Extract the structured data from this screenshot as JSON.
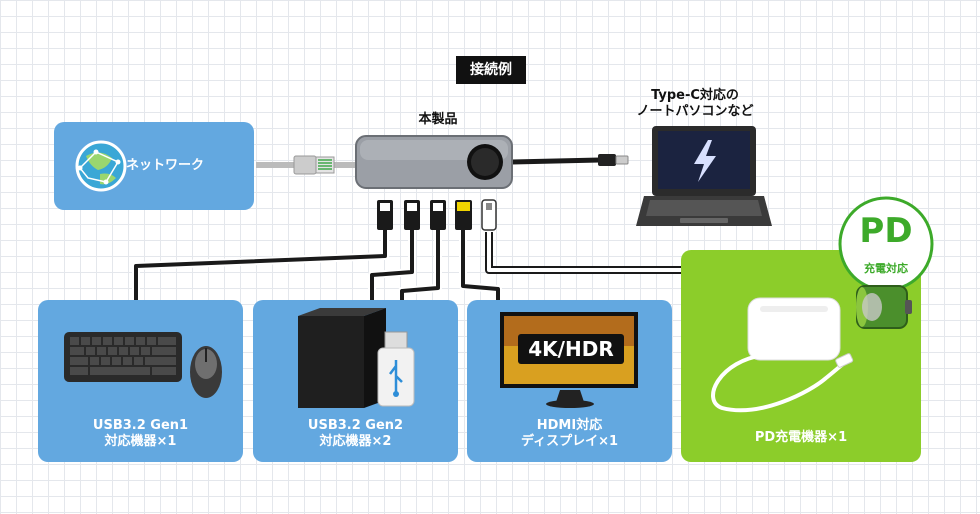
{
  "title": "接続例",
  "product_label": "本製品",
  "laptop_label": [
    "Type-C対応の",
    "ノートパソコンなど"
  ],
  "network_label": "ネットワーク",
  "pd_badge": {
    "big": "PD",
    "small": "充電対応"
  },
  "devices": [
    {
      "line1": "USB3.2 Gen1",
      "line2": "対応機器×1"
    },
    {
      "line1": "USB3.2 Gen2",
      "line2": "対応機器×2"
    },
    {
      "line1": "HDMI対応",
      "line2": "ディスプレイ×1"
    },
    {
      "line1": "PD充電機器×1",
      "line2": ""
    }
  ],
  "monitor_screen_text": "4K/HDR",
  "colors": {
    "blue_box": "#63a8e0",
    "green_box": "#8ccd2a",
    "cable": "#1a1a1a",
    "hdmi_yellow": "#f0d400"
  }
}
